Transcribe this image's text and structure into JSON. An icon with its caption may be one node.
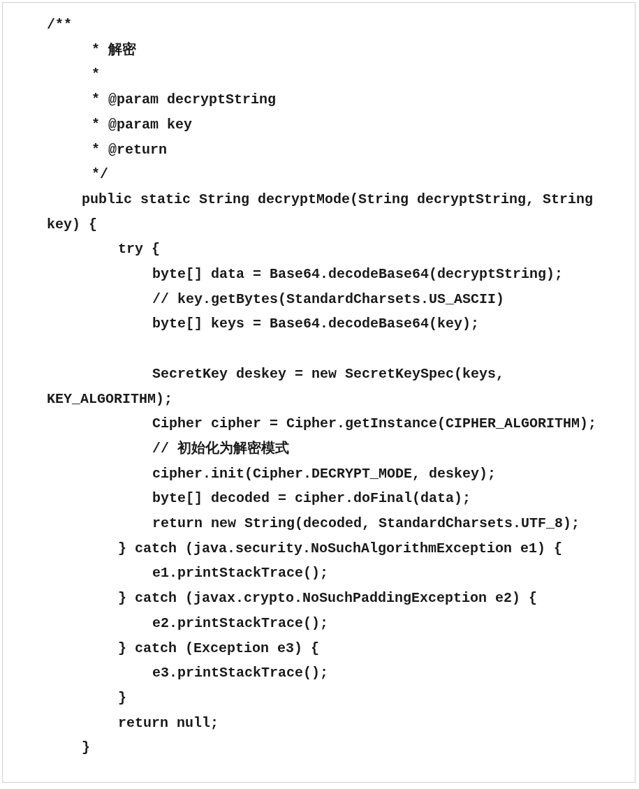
{
  "diagram": {
    "labels": [
      "/**",
      "* 解密",
      "*",
      "* @param decryptString",
      "* @param key",
      "* @return",
      "*/",
      "public static String decryptMode(String decryptString, String key) {",
      "try {",
      "byte[] data = Base64.decodeBase64(decryptString);",
      "// key.getBytes(StandardCharsets.US_ASCII)",
      "byte[] keys = Base64.decodeBase64(key);",
      "SecretKey deskey = new SecretKeySpec(keys, KEY_ALGORITHM);",
      "Cipher cipher = Cipher.getInstance(CIPHER_ALGORITHM);",
      "// 初始化为解密模式",
      "cipher.init(Cipher.DECRYPT_MODE, deskey);",
      "byte[] decoded = cipher.doFinal(data);",
      "return new String(decoded, StandardCharsets.UTF_8);",
      "} catch (java.security.NoSuchAlgorithmException e1) {",
      "e1.printStackTrace();",
      "} catch (javax.crypto.NoSuchPaddingException e2) {",
      "e2.printStackTrace();",
      "} catch (Exception e3) {",
      "e3.printStackTrace();",
      "}",
      "return null;",
      "}"
    ]
  }
}
